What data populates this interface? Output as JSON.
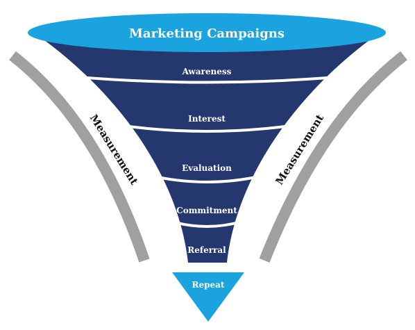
{
  "top_label": "Marketing Campaigns",
  "stages": [
    {
      "label": "Awareness"
    },
    {
      "label": "Interest"
    },
    {
      "label": "Evaluation"
    },
    {
      "label": "Commitment"
    },
    {
      "label": "Referral"
    }
  ],
  "bottom_label": "Repeat",
  "side_labels": {
    "left": "Measurement",
    "right": "Measurement"
  },
  "colors": {
    "funnel_navy": "#24386f",
    "separator": "#ffffff",
    "campaign_ellipse": "#1aa3df",
    "repeat_triangle": "#1aa3df",
    "bracket_gray": "#a0a0a0",
    "text_on_dark": "#ffffff",
    "side_text": "#111111"
  }
}
